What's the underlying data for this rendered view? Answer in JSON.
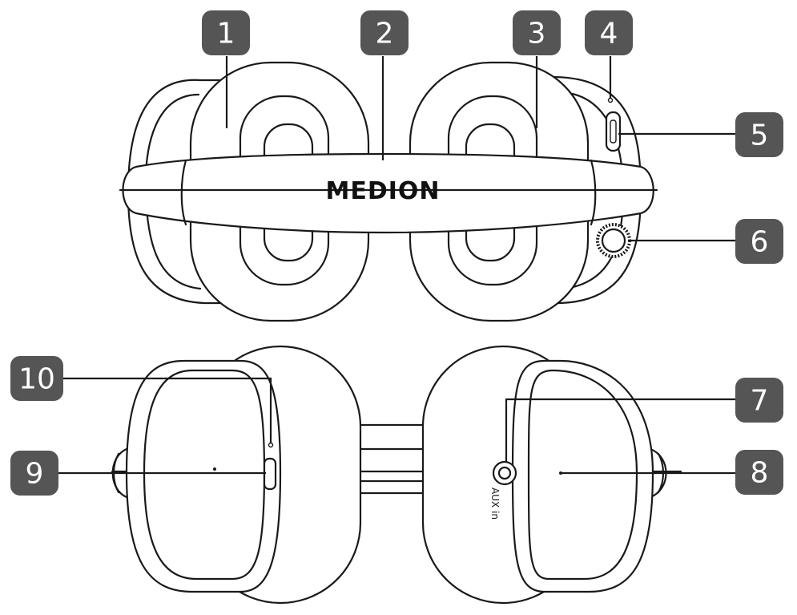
{
  "brand_label": "MEDION",
  "aux_label": "AUX in",
  "callouts": [
    "1",
    "2",
    "3",
    "4",
    "5",
    "6",
    "7",
    "8",
    "9",
    "10"
  ]
}
